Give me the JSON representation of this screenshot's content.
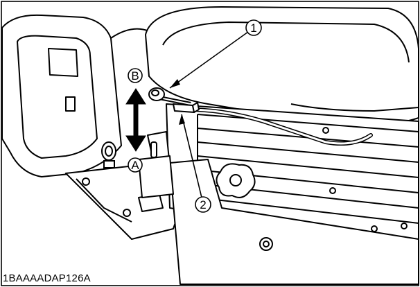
{
  "callouts": {
    "part1": "1",
    "part2": "2",
    "dir_up": "B",
    "dir_down": "A"
  },
  "figure_code": "1BAAAADAP126A",
  "colors": {
    "line": "#000000",
    "fill": "#ffffff",
    "shade": "#e6e6e6"
  }
}
